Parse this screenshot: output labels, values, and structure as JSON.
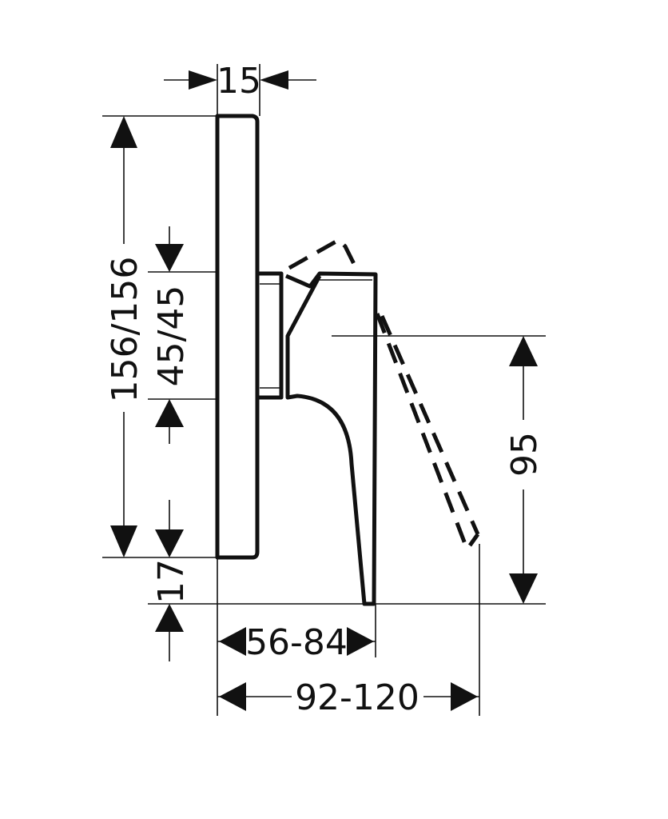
{
  "drawing": {
    "dimensions": {
      "plate_depth": "15",
      "plate_height": "156/156",
      "cartridge_height": "45/45",
      "bottom_offset": "17",
      "handle_height": "95",
      "body_projection": "56-84",
      "handle_projection": "92-120"
    }
  }
}
